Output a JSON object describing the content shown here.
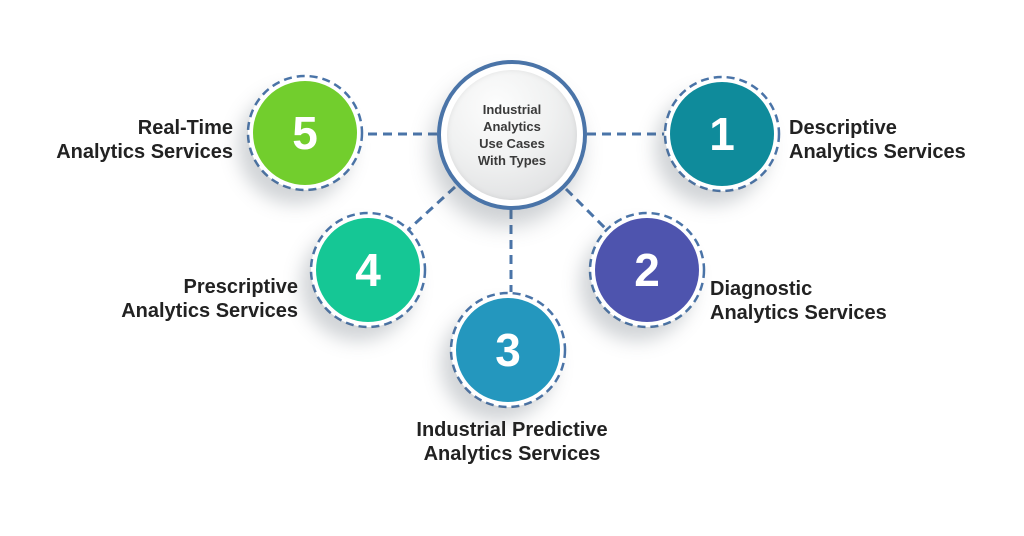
{
  "canvas": {
    "background": "#FFFFFF"
  },
  "center": {
    "lines": [
      "Industrial",
      "Analytics",
      "Use Cases",
      "With Types"
    ],
    "ring_color": "#4A74A8",
    "fill": "#E9EAEB"
  },
  "connector_color": "#4A74A8",
  "label_text_color": "#222222",
  "nodes": [
    {
      "number": "1",
      "label_line1": "Descriptive",
      "label_line2": "Analytics Services",
      "color": "#0F8B9B"
    },
    {
      "number": "2",
      "label_line1": "Diagnostic",
      "label_line2": "Analytics Services",
      "color": "#4E54AE"
    },
    {
      "number": "3",
      "label_line1": "Industrial Predictive",
      "label_line2": "Analytics Services",
      "color": "#2497BE"
    },
    {
      "number": "4",
      "label_line1": "Prescriptive",
      "label_line2": "Analytics Services",
      "color": "#15C795"
    },
    {
      "number": "5",
      "label_line1": "Real-Time",
      "label_line2": "Analytics Services",
      "color": "#72CE2D"
    }
  ]
}
